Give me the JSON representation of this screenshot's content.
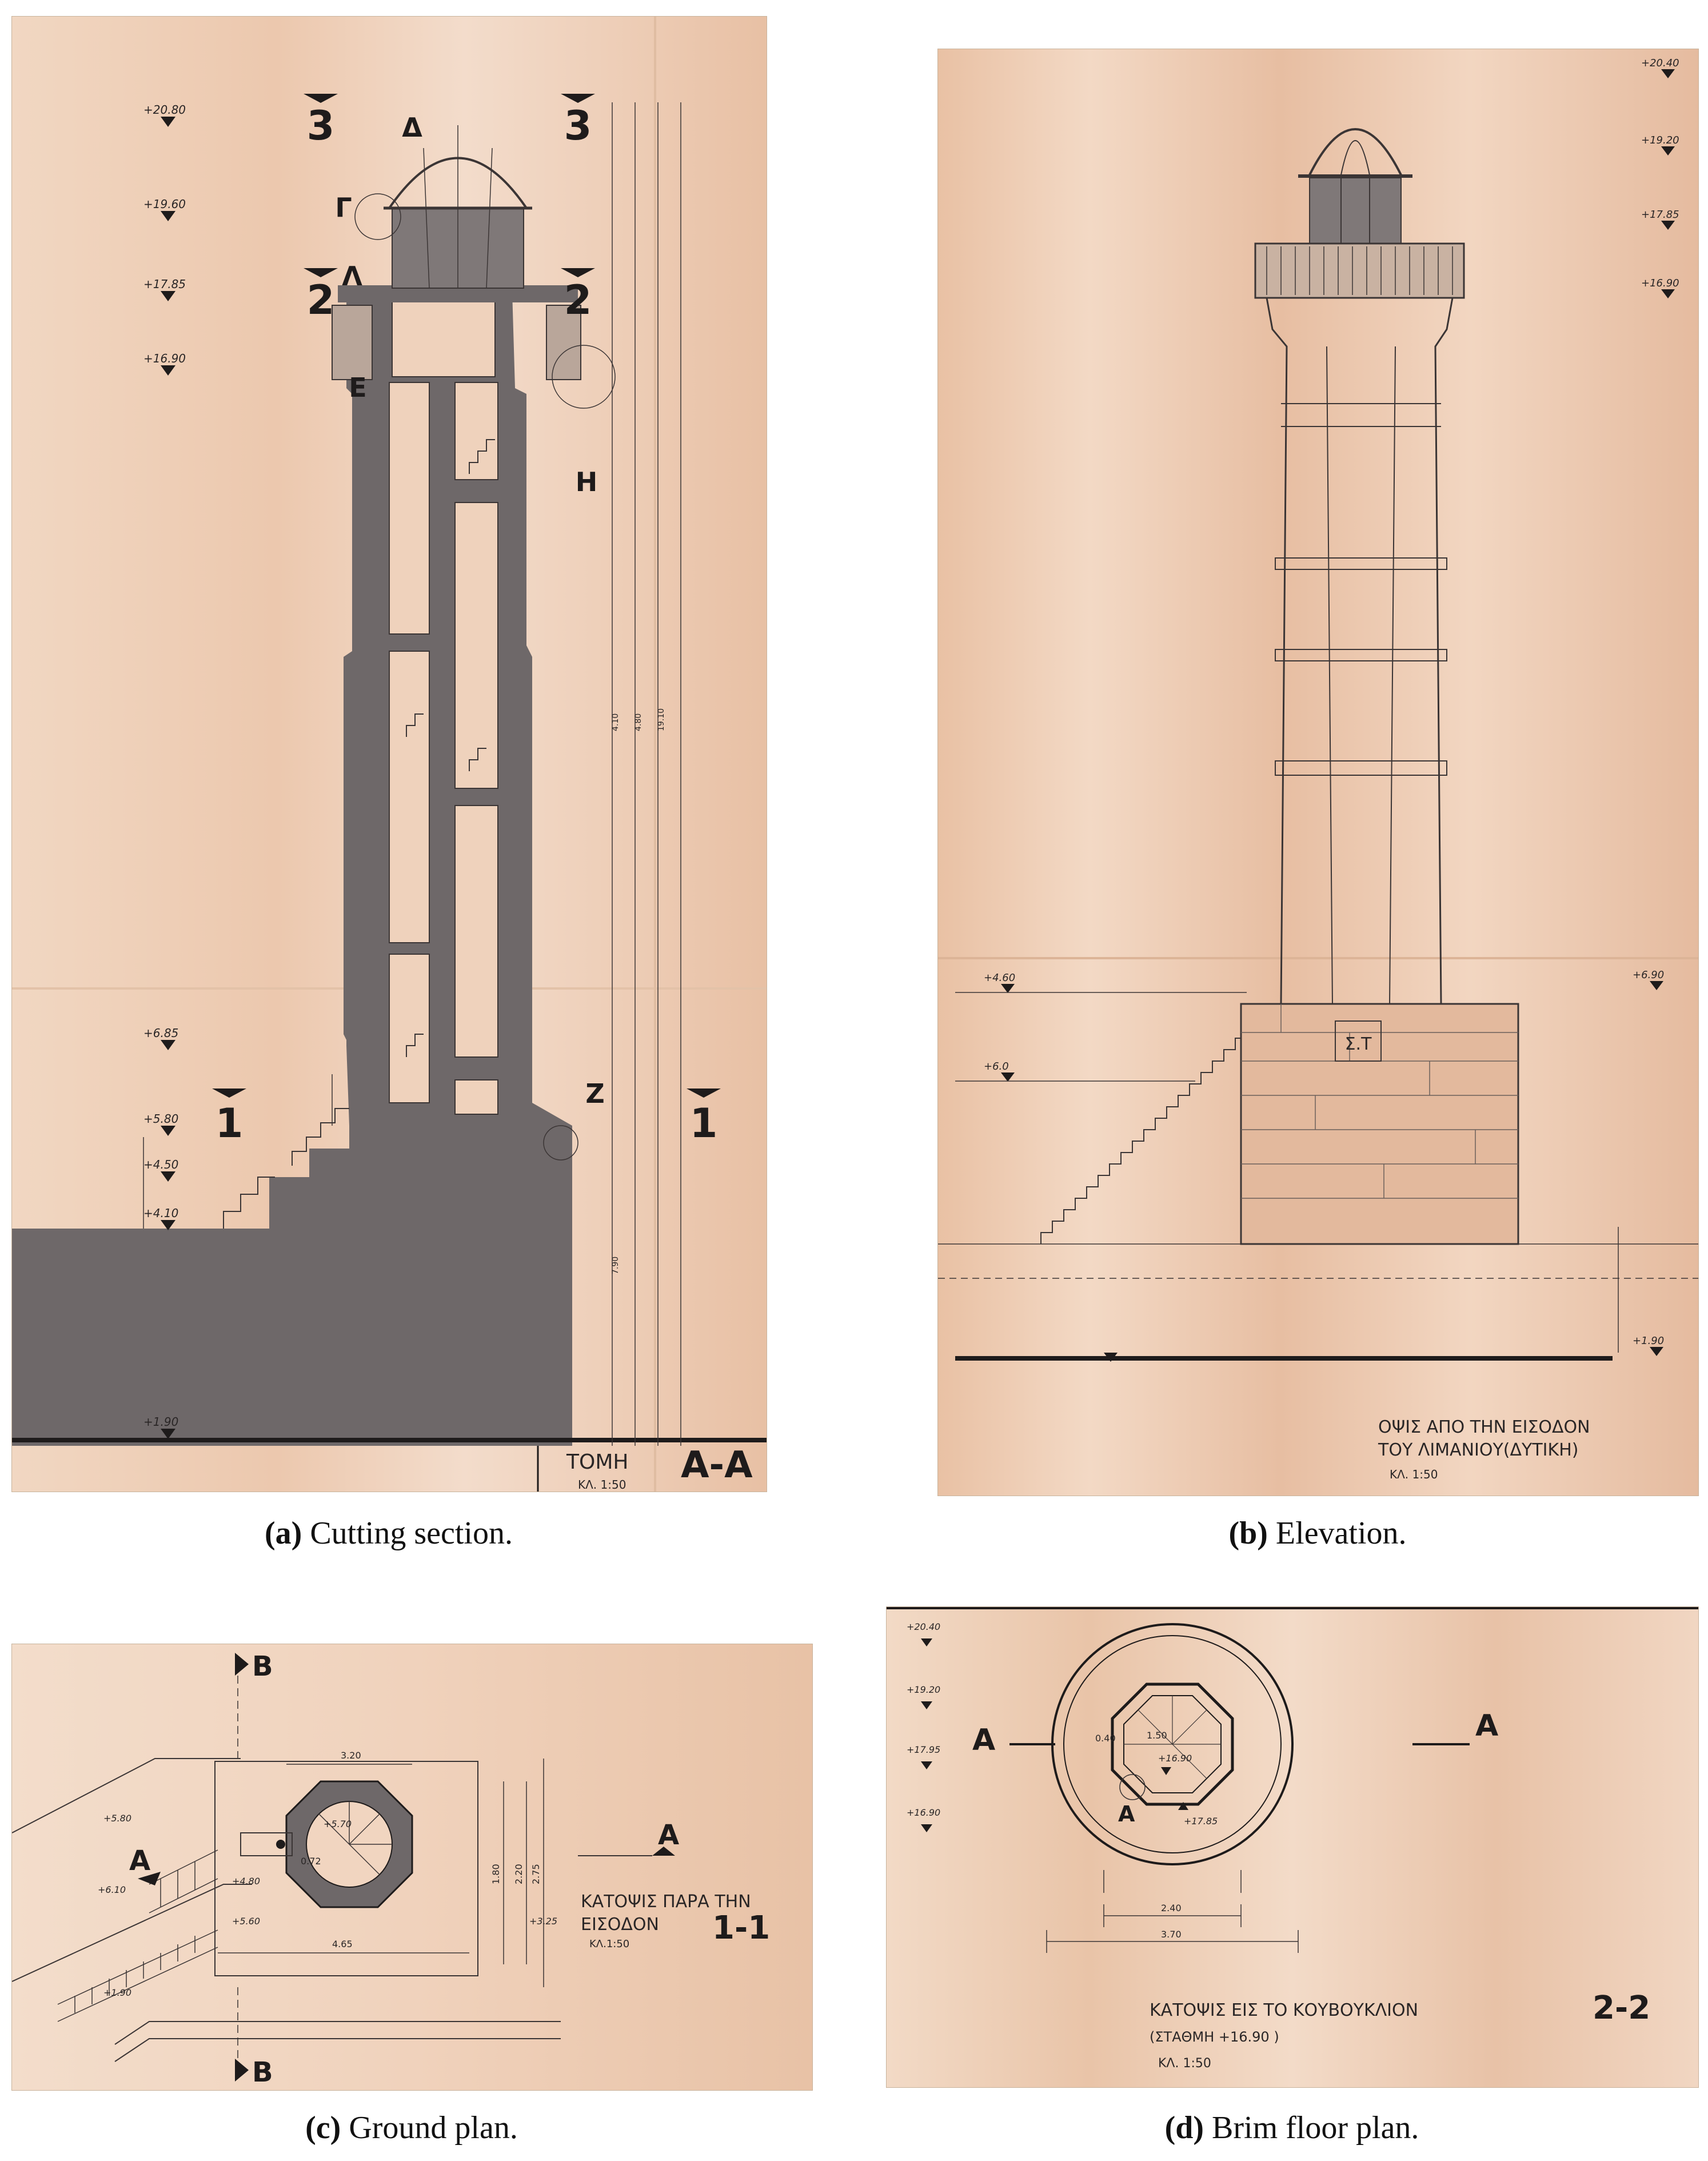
{
  "panels": {
    "a": {
      "caption_letter": "(a)",
      "caption_text": "Cutting section.",
      "section_marks": [
        "3",
        "3",
        "2",
        "2",
        "1",
        "1"
      ],
      "top_letter": "Δ",
      "letters": {
        "gamma": "Γ",
        "lambda": "Λ",
        "epsilon": "Ε",
        "eta": "Η",
        "zeta": "Ζ"
      },
      "levels": [
        "+20.80",
        "+19.60",
        "+17.85",
        "+16.90",
        "+6.85",
        "+5.80",
        "+4.50",
        "+4.10",
        "+1.90"
      ],
      "title": "ΤΟΜΗ",
      "title_mark": "Α-Α",
      "scale": "ΚΛ. 1:50",
      "dims": [
        "4.10",
        "4.80",
        "19.10",
        "7.90"
      ]
    },
    "b": {
      "caption_letter": "(b)",
      "caption_text": "Elevation.",
      "levels": [
        "+20.40",
        "+19.20",
        "+17.85",
        "+16.90",
        "+6.90",
        "+6.0",
        "+4.60",
        "+1.90"
      ],
      "plaque": "Σ.Τ",
      "title_line1": "ΟΨΙΣ   ΑΠΟ ΤΗΝ ΕΙΣΟΔΟΝ",
      "title_line2": "ΤΟΥ ΛΙΜΑΝΙΟΥ(ΔΥΤΙΚΗ)",
      "scale": "ΚΛ. 1:50"
    },
    "c": {
      "caption_letter": "(c)",
      "caption_text": "Ground plan.",
      "marks": [
        "B",
        "B",
        "A",
        "A"
      ],
      "levels": [
        "+5.80",
        "+6.10",
        "+4.80",
        "+5.60",
        "+5.70",
        "+1.90",
        "+3.25"
      ],
      "dims": [
        "3.20",
        "4.65",
        "1.80",
        "2.20",
        "2.75",
        "0.72"
      ],
      "title_line1": "ΚΑΤΟΨΙΣ ΠΑΡΑ ΤΗΝ",
      "title_line2": "ΕΙΣΟΔΟΝ",
      "title_mark": "1-1",
      "scale": "ΚΛ.1:50"
    },
    "d": {
      "caption_letter": "(d)",
      "caption_text": "Brim floor plan.",
      "marks": [
        "A",
        "A",
        "A"
      ],
      "levels": [
        "+20.40",
        "+19.20",
        "+17.95",
        "+16.90",
        "+16.90",
        "+17.85"
      ],
      "dims": [
        "0.40",
        "1.50",
        "2.40",
        "3.70"
      ],
      "title_line1": "ΚΑΤΟΨΙΣ  ΕΙΣ ΤΟ ΚΟΥΒΟΥΚΛΙΟΝ",
      "title_mark": "2-2",
      "title_line2": "(ΣΤΑΘΜΗ    +16.90 )",
      "scale": "ΚΛ. 1:50"
    }
  },
  "colors": {
    "paper": "#ecc9b1",
    "paper_light": "#f2dbc8",
    "ink": "#3b3535",
    "wall": "#6e6869",
    "glass": "#7f7878"
  }
}
